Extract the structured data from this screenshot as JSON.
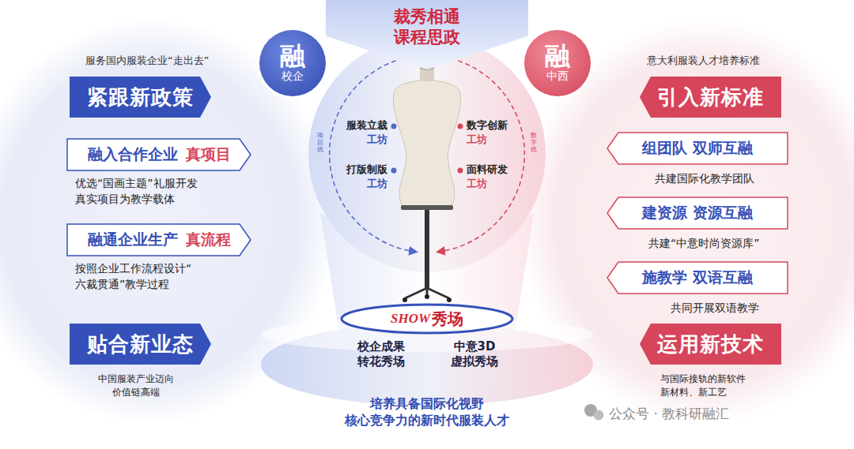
{
  "diagram": {
    "nodes": [
      {
        "text": [
          "裁秀相通 课程思政"
        ]
      },
      {
        "text": [
          "融",
          "校企"
        ]
      },
      {
        "text": [
          "融",
          "中西"
        ]
      },
      {
        "text": [
          "紧跟新政策"
        ]
      },
      {
        "text": [
          "融入合作企业",
          "真项目"
        ]
      },
      {
        "text": [
          "融通企业生产",
          "真流程"
        ]
      },
      {
        "text": [
          "贴合新业态"
        ]
      },
      {
        "text": [
          "引入新标准"
        ]
      },
      {
        "text": [
          "组团队 双师互融"
        ]
      },
      {
        "text": [
          "建资源 资源互融"
        ]
      },
      {
        "text": [
          "施教学 双语互融"
        ]
      },
      {
        "text": [
          "运用新技术"
        ]
      },
      {
        "text": [
          "SHOW",
          "秀场"
        ]
      }
    ],
    "labels": [
      "服务国内服装企业“走出去”",
      "优选“国画主题”礼服开发 真实项目为教学载体",
      "按照企业工作流程设计“ 六裁贯通”教学过程",
      "中国服装产业迈向 价值链高端",
      "意大利服装人才培养标准",
      "共建国际化教学团队",
      "共建“中意时尚资源库”",
      "共同开展双语教学",
      "与国际接轨的新软件 新材料、新工艺",
      "服装立裁",
      "工坊",
      "数字创新",
      "工坊",
      "打版制版",
      "工坊",
      "面料研发",
      "工坊",
      "项目线",
      "数字线",
      "校企成果 转花秀场",
      "中意3D 虚拟秀场",
      "培养具备国际化视野 核心竞争力的新时代服装人才",
      "公众号 · 教科研融汇"
    ]
  }
}
